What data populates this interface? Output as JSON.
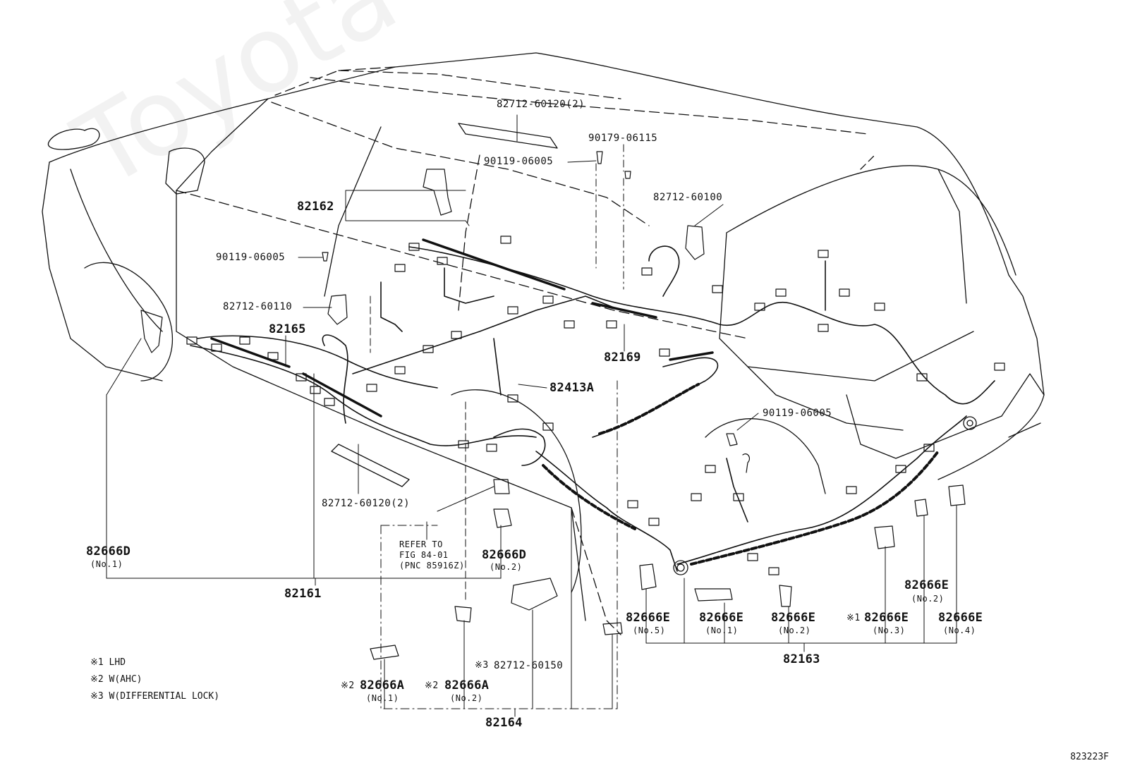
{
  "watermark": "Toyota-Online.ru",
  "diagram_code": "823223F",
  "legend": [
    "※1 LHD",
    "※2 W(AHC)",
    "※3 W(DIFFERENTIAL LOCK)"
  ],
  "labels": {
    "p82712_60120_top": "82712-60120(2)",
    "p90179_06115": "90179-06115",
    "p90119_06005_a": "90119-06005",
    "p82712_60100": "82712-60100",
    "p82162": "82162",
    "p90119_06005_b": "90119-06005",
    "p82712_60110": "82712-60110",
    "p82165": "82165",
    "p82169": "82169",
    "p82413A": "82413A",
    "p90119_06005_c": "90119-06005",
    "p82712_60120_bottom": "82712-60120(2)",
    "refer_line1": "REFER TO",
    "refer_line2": "FIG 84-01",
    "refer_line3": "(PNC 85916Z)",
    "p82666D_1": "82666D",
    "p82666D_1_sub": "(No.1)",
    "p82666D_2": "82666D",
    "p82666D_2_sub": "(No.2)",
    "p82161": "82161",
    "p82666E_5": "82666E",
    "p82666E_5_sub": "(No.5)",
    "p82666E_1": "82666E",
    "p82666E_1_sub": "(No.1)",
    "p82666E_2a": "82666E",
    "p82666E_2a_sub": "(No.2)",
    "p82666E_3_mark": "※1",
    "p82666E_3": "82666E",
    "p82666E_3_sub": "(No.3)",
    "p82666E_2b": "82666E",
    "p82666E_2b_sub": "(No.2)",
    "p82666E_4": "82666E",
    "p82666E_4_sub": "(No.4)",
    "p82163": "82163",
    "p82712_60150_mark": "※3",
    "p82712_60150": "82712-60150",
    "p82666A_1_mark": "※2",
    "p82666A_1": "82666A",
    "p82666A_1_sub": "(No.1)",
    "p82666A_2_mark": "※2",
    "p82666A_2": "82666A",
    "p82666A_2_sub": "(No.2)",
    "p82164": "82164"
  }
}
